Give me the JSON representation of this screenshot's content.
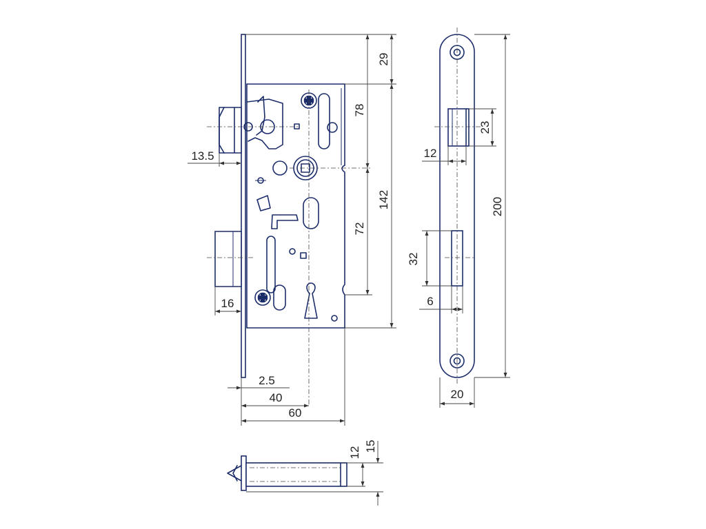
{
  "dimensions": {
    "backset": "40",
    "plate_width_2_5": "2.5",
    "body_width": "60",
    "latch_projection": "13.5",
    "deadbolt_projection": "16",
    "top_offset": "29",
    "spindle_from_top": "78",
    "body_height": "142",
    "centre_distance": "72",
    "faceplate_height": "200",
    "latch_height": "23",
    "latch_width": "12",
    "bolt_height": "32",
    "bolt_width": "6",
    "faceplate_width": "20",
    "bolt_depth_12": "12",
    "bolt_depth_15": "15"
  },
  "colors": {
    "ink": "#1b2c6b",
    "dimension_lines": "#444444",
    "background": "#ffffff"
  },
  "icons": {
    "screw_head": "cross-screw-icon",
    "keyhole": "keyhole-icon",
    "spindle_square": "square-spindle-icon"
  }
}
